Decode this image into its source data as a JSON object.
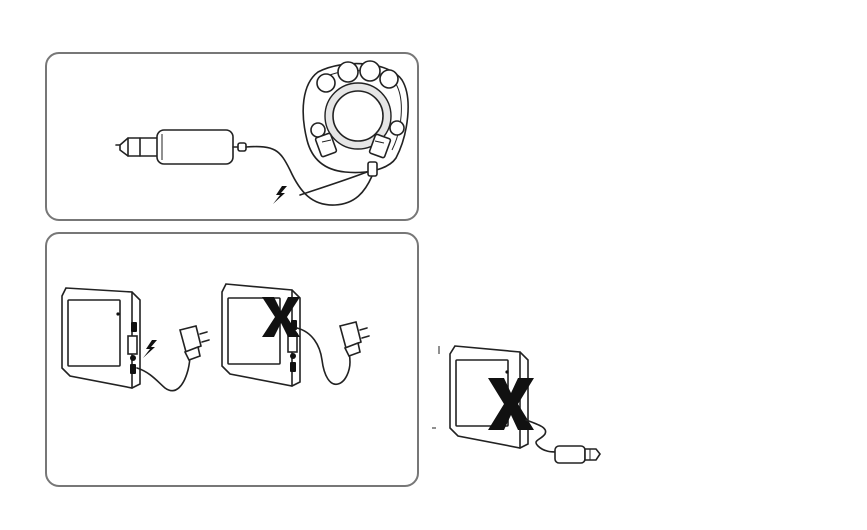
{
  "figure": {
    "panels": [
      {
        "id": "car-power",
        "allowed": true,
        "icons": [
          "car-adapter-icon",
          "car-mount-icon",
          "charge-bolt-icon"
        ]
      },
      {
        "id": "wall-power",
        "allowed": true,
        "icons": [
          "device-icon",
          "wall-adapter-icon",
          "charge-bolt-icon"
        ]
      },
      {
        "id": "wall-power-not-allowed",
        "allowed": false,
        "mark": "X"
      },
      {
        "id": "car-power-not-allowed",
        "allowed": false,
        "mark": "X"
      }
    ],
    "colors": {
      "line": "#222222",
      "panel_border": "#777777",
      "cross": "#111111"
    }
  }
}
